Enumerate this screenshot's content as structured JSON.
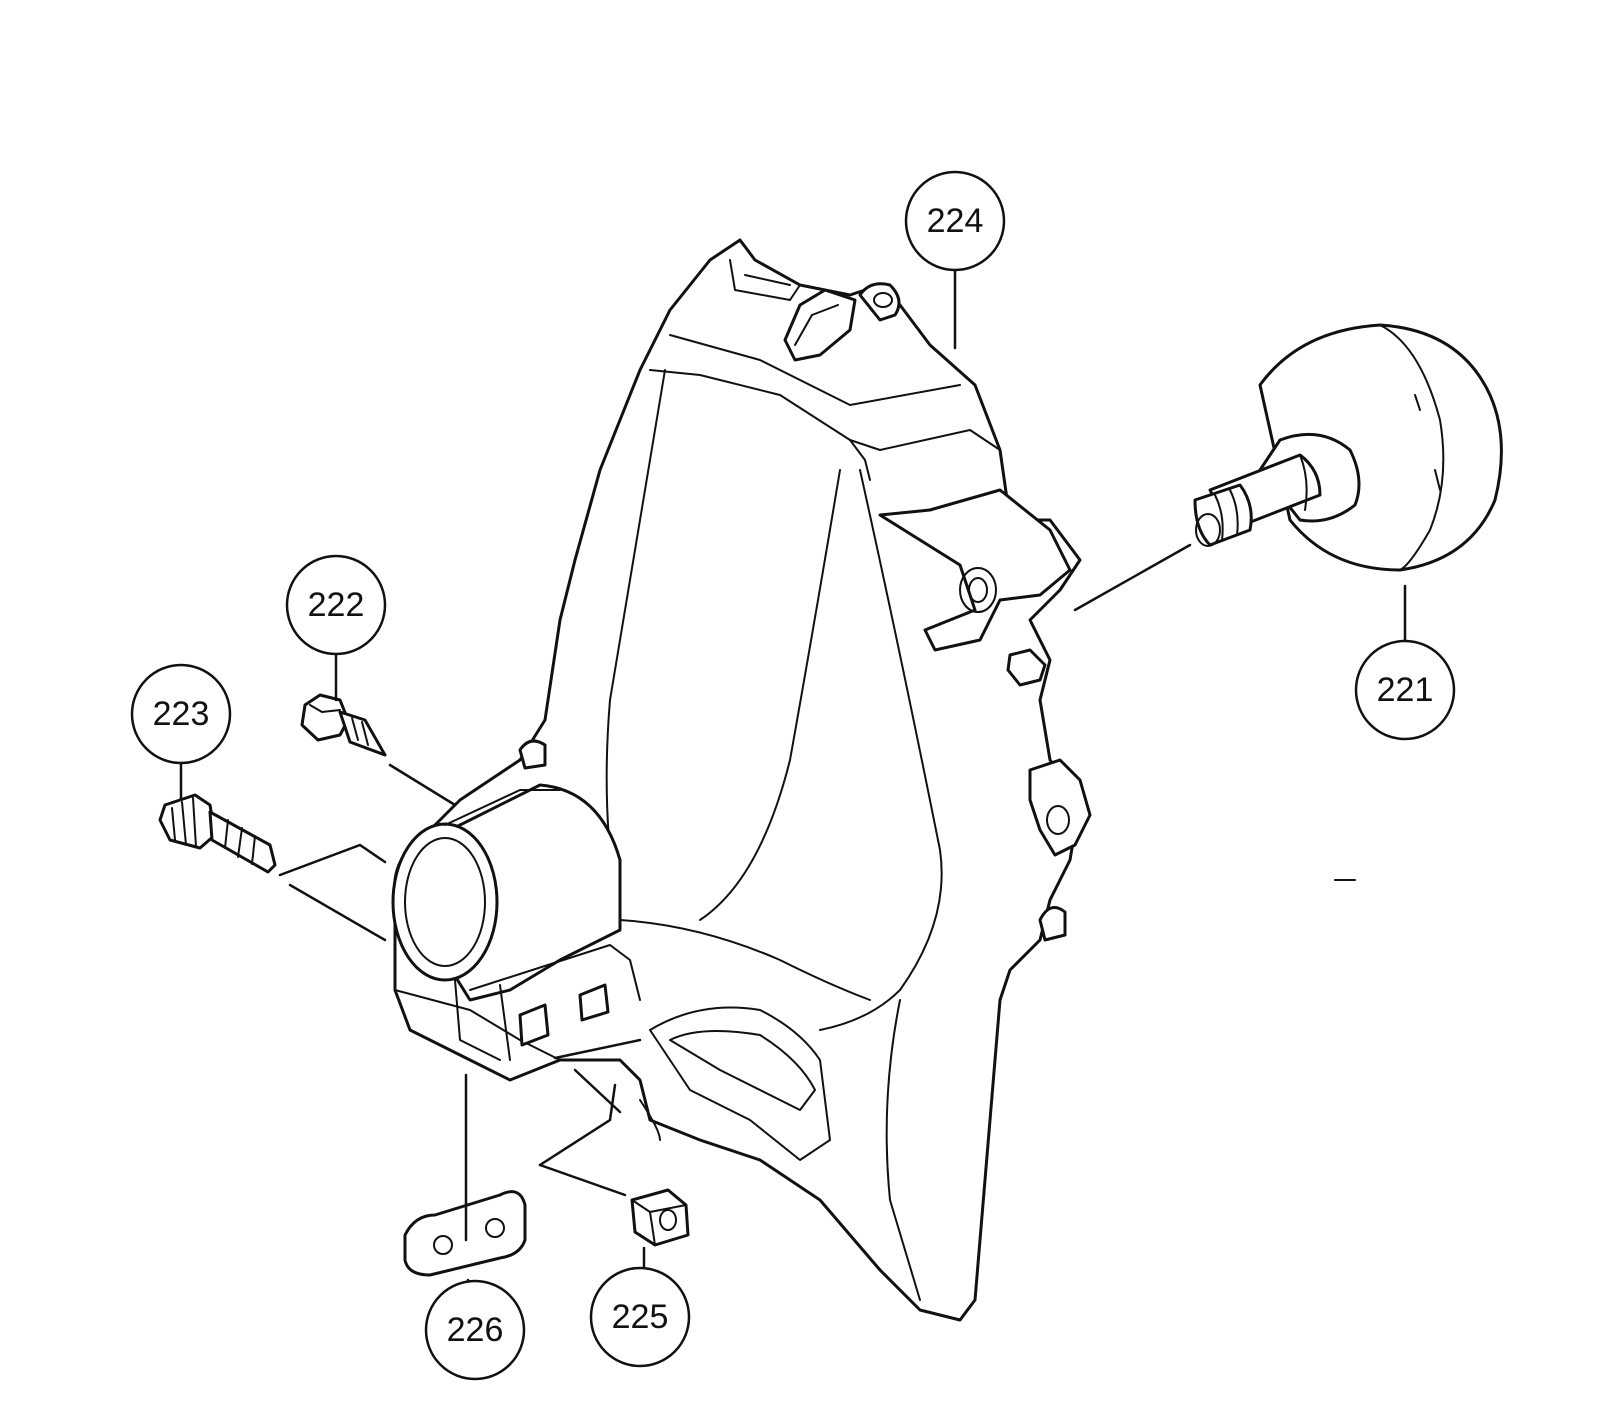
{
  "colors": {
    "line": "#111111",
    "background": "#ffffff"
  },
  "callouts": [
    {
      "id": "221",
      "label": "221",
      "part": "clutch-drum"
    },
    {
      "id": "222",
      "label": "222",
      "part": "screw"
    },
    {
      "id": "223",
      "label": "223",
      "part": "throttle-screw"
    },
    {
      "id": "224",
      "label": "224",
      "part": "gear-housing"
    },
    {
      "id": "225",
      "label": "225",
      "part": "square-nut"
    },
    {
      "id": "226",
      "label": "226",
      "part": "clamp-plate"
    }
  ]
}
